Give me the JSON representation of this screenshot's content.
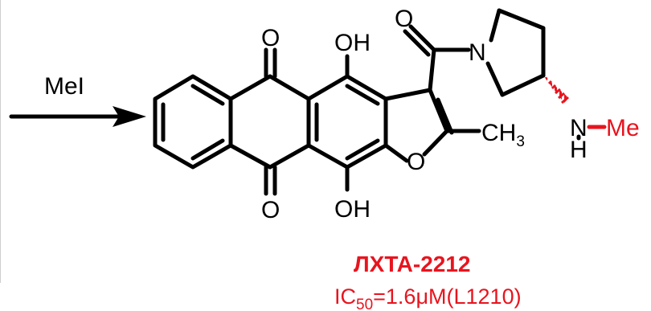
{
  "reaction": {
    "reagent": "MeI"
  },
  "atoms": {
    "quinone_o_top": "O",
    "quinone_o_bottom": "O",
    "hydroxyl_top": "OH",
    "hydroxyl_bottom": "OH",
    "furan_o": "O",
    "carbonyl_o": "O",
    "pyrrolidine_n": "N",
    "amine_n": "N",
    "amine_h": "H",
    "amine_methyl": "Me",
    "methyl_c": "CH",
    "methyl_sub": "3"
  },
  "compound": {
    "name": "ЛХТА-2212",
    "activity_prefix": "IC",
    "activity_sub": "50",
    "activity_value": "=1.6",
    "activity_mu": "μ",
    "activity_suffix": "M(L1210)"
  },
  "colors": {
    "highlight": "#e8141e",
    "bond": "#000000"
  }
}
